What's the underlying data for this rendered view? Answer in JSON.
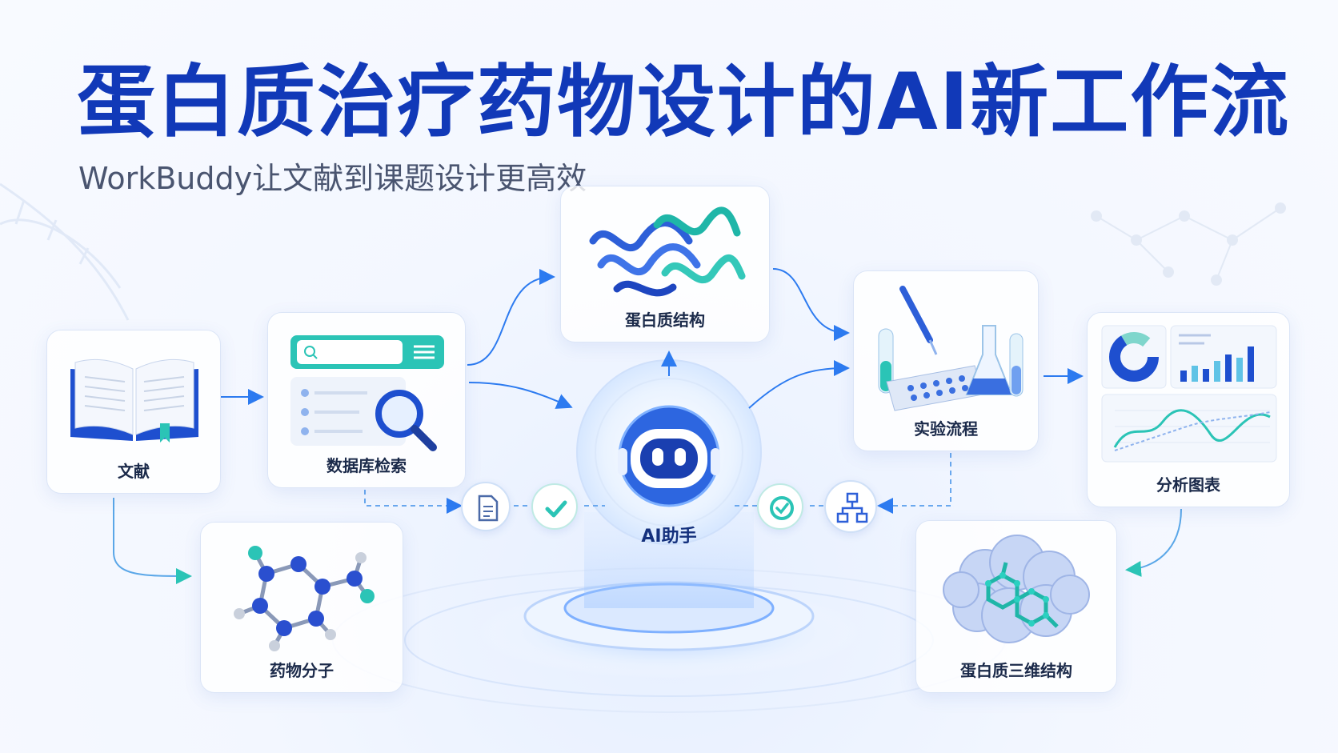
{
  "title": "蛋白质治疗药物设计的AI新工作流",
  "subtitle": "WorkBuddy让文献到课题设计更高效",
  "hub": {
    "label": "AI助手"
  },
  "cards": {
    "literature": "文献",
    "database": "数据库检索",
    "structure": "蛋白质结构",
    "experiment": "实验流程",
    "analysis": "分析图表",
    "molecule": "药物分子",
    "structure3d": "蛋白质三维结构"
  },
  "icons": {
    "document": "document-icon",
    "check": "checkmark-icon",
    "target": "target-check-icon",
    "hierarchy": "hierarchy-icon",
    "robot": "robot-icon"
  },
  "colors": {
    "title": "#1139b8",
    "accent": "#2d7bf0",
    "teal": "#2bc4b6"
  }
}
